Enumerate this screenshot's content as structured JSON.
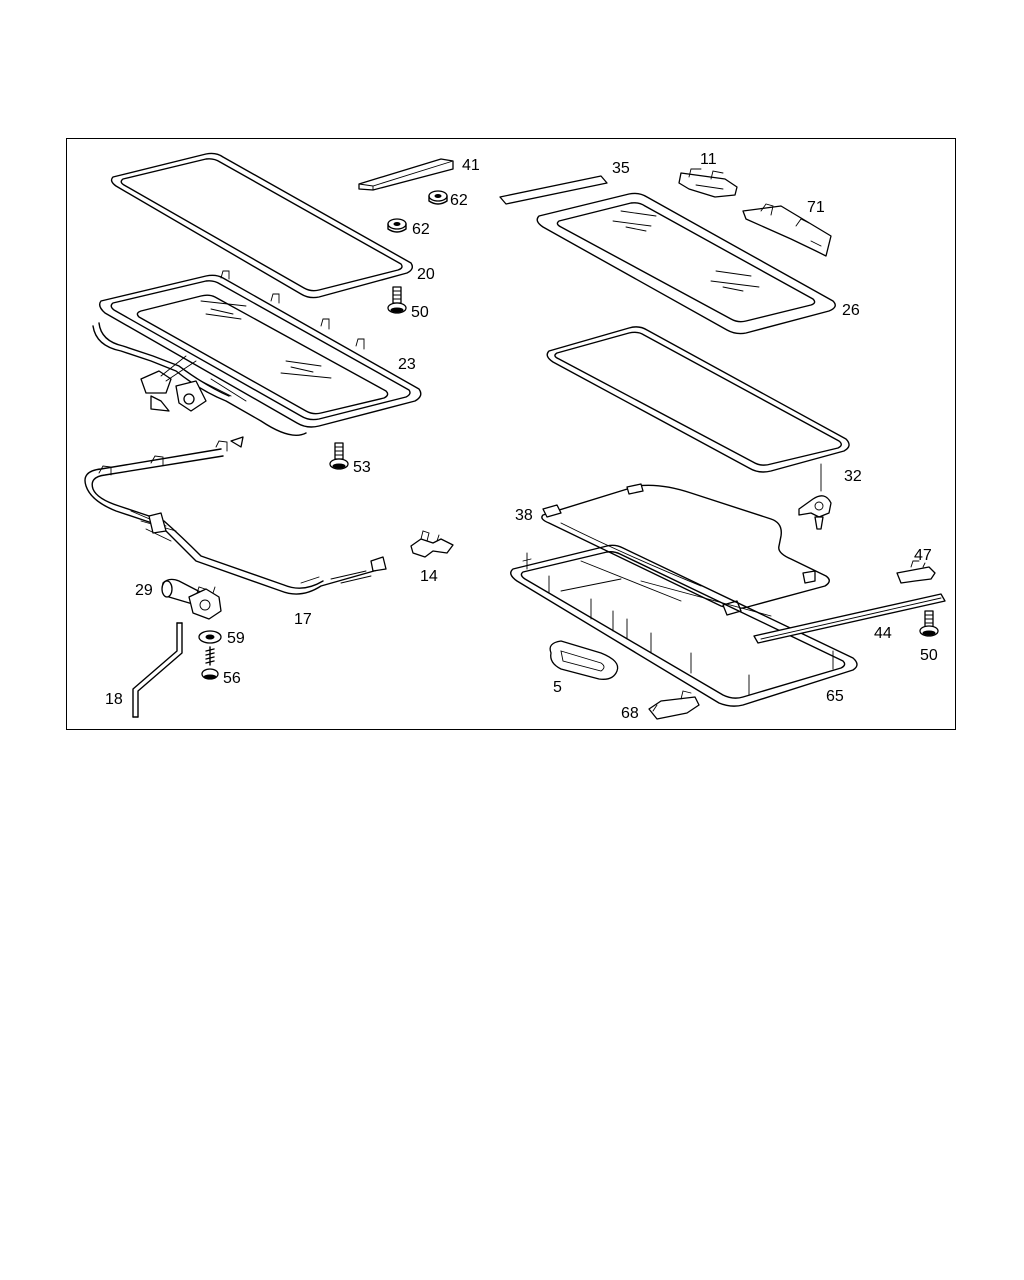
{
  "parts": [
    {
      "id": "41",
      "label": "41"
    },
    {
      "id": "62a",
      "label": "62"
    },
    {
      "id": "62b",
      "label": "62"
    },
    {
      "id": "20",
      "label": "20"
    },
    {
      "id": "50a",
      "label": "50"
    },
    {
      "id": "23",
      "label": "23"
    },
    {
      "id": "53",
      "label": "53"
    },
    {
      "id": "14",
      "label": "14"
    },
    {
      "id": "29",
      "label": "29"
    },
    {
      "id": "17",
      "label": "17"
    },
    {
      "id": "59",
      "label": "59"
    },
    {
      "id": "56",
      "label": "56"
    },
    {
      "id": "18",
      "label": "18"
    },
    {
      "id": "35",
      "label": "35"
    },
    {
      "id": "11",
      "label": "11"
    },
    {
      "id": "71",
      "label": "71"
    },
    {
      "id": "26",
      "label": "26"
    },
    {
      "id": "32",
      "label": "32"
    },
    {
      "id": "38",
      "label": "38"
    },
    {
      "id": "47",
      "label": "47"
    },
    {
      "id": "44",
      "label": "44"
    },
    {
      "id": "50b",
      "label": "50"
    },
    {
      "id": "5",
      "label": "5"
    },
    {
      "id": "65",
      "label": "65"
    },
    {
      "id": "68",
      "label": "68"
    }
  ]
}
